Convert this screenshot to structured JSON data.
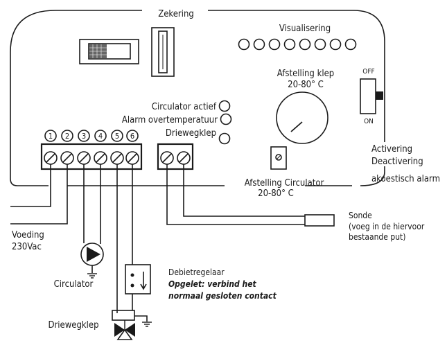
{
  "labels": {
    "fuse": "Zekering",
    "visualisation": "Visualisering",
    "valve_setting_line1": "Afstelling klep",
    "valve_setting_line2": "20-80° C",
    "switch_off": "OFF",
    "switch_on": "ON",
    "circulator_active": "Circulator actief",
    "alarm_overtemp": "Alarm overtemperatuur",
    "three_way_valve_led": "Driewegklep",
    "activation_line1": "Activering",
    "activation_line2": "Deactivering",
    "activation_line3": "akoestisch alarm",
    "circ_setting_line1": "Afstelling Circulator",
    "circ_setting_line2": "20-80° C",
    "supply_line1": "Voeding",
    "supply_line2": "230Vac",
    "sensor_line1": "Sonde",
    "sensor_line2": "(voeg in de hiervoor",
    "sensor_line3": "bestaande put)",
    "circulator": "Circulator",
    "flow_regulator": "Debietregelaar",
    "warning_line1": "Opgelet: verbind het",
    "warning_line2": "normaal gesloten contact",
    "three_way_valve": "Driewegklep"
  },
  "terminals": [
    "①",
    "②",
    "③",
    "④",
    "⑤",
    "⑥"
  ],
  "icons": [
    "fuse-icon",
    "pump-icon",
    "valve-icon",
    "ground-icon",
    "dial-icon",
    "toggle-switch-icon",
    "flow-switch-icon"
  ]
}
